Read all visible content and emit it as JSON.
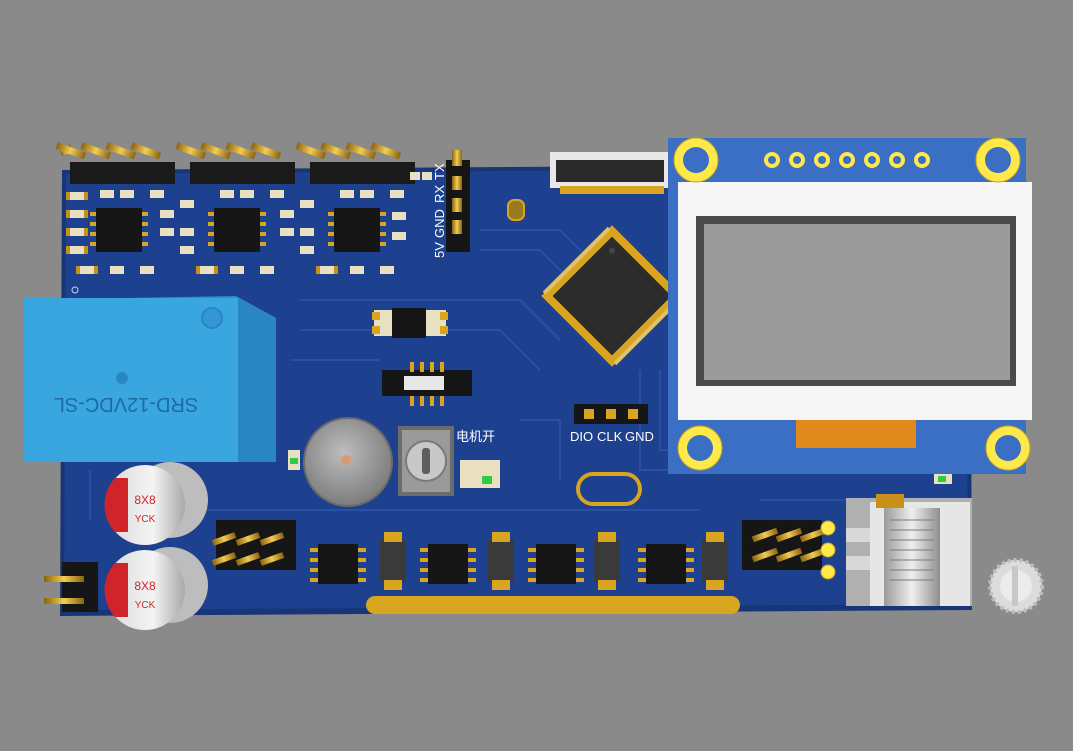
{
  "board": {
    "relay_label": "SRD-12VDC-SL",
    "capacitor_top": {
      "size": "8X8",
      "brand": "YCK"
    },
    "capacitor_bottom": {
      "size": "8X8",
      "brand": "YCK"
    },
    "serial_header_labels": [
      "5V",
      "GND",
      "RX",
      "TX"
    ],
    "display_header_labels": [
      "DIO",
      "CLK",
      "GND"
    ],
    "motor_switch_label": "电机开"
  },
  "colors": {
    "background": "#8a8a8a",
    "pcb": "#1c3f8a",
    "relay": "#3aa6e0",
    "gold": "#d9a520",
    "oled_bezel": "#ffffff",
    "oled_screen": "#9b9b9b",
    "oled_pcb": "#3a6fc4"
  }
}
